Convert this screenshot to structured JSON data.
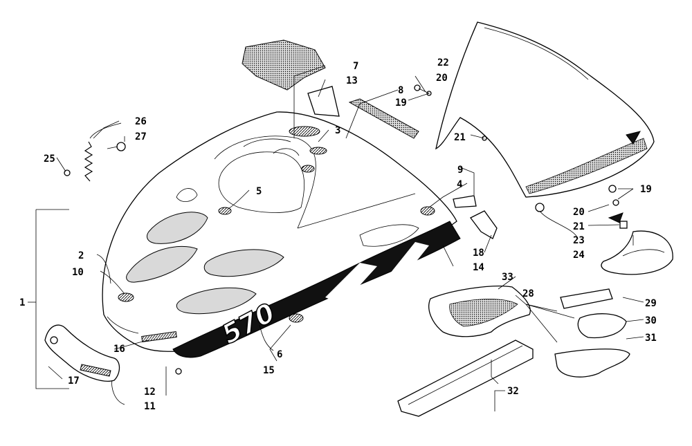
{
  "diagram": {
    "callouts": [
      "1",
      "2",
      "3",
      "4",
      "5",
      "6",
      "7",
      "8",
      "9",
      "10",
      "11",
      "12",
      "13",
      "14",
      "15",
      "16",
      "17",
      "18",
      "19",
      "20",
      "21",
      "22",
      "23",
      "24",
      "25",
      "26",
      "27",
      "28",
      "29",
      "30",
      "31",
      "32",
      "33"
    ],
    "hood_graphic_text": "570"
  }
}
